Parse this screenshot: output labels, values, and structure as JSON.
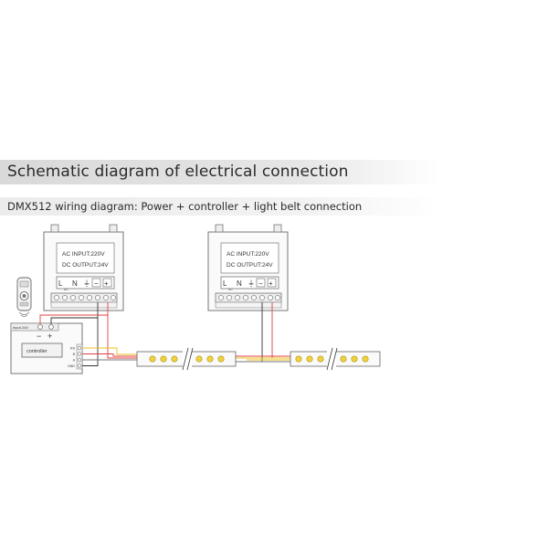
{
  "header": {
    "title": "Schematic diagram of electrical connection",
    "subtitle": "DMX512 wiring diagram: Power + controller + light belt connection"
  },
  "power_supply": {
    "input_label": "AC INPUT:220V",
    "output_label": "DC OUTPUT:24V",
    "terminal_labels": [
      "L",
      "N",
      "⏚",
      "−",
      "+"
    ],
    "terminal_sublabel": "AC"
  },
  "controller": {
    "input_label": "Input 24V",
    "minus_label": "−",
    "plus_label": "+",
    "name_label": "controller",
    "pin_labels": [
      "RS",
      "B",
      "A",
      "GND"
    ]
  },
  "colors": {
    "wire_red": "#e04040",
    "wire_black": "#333333",
    "wire_yellow": "#e8c020",
    "led": "#f2d23c"
  }
}
